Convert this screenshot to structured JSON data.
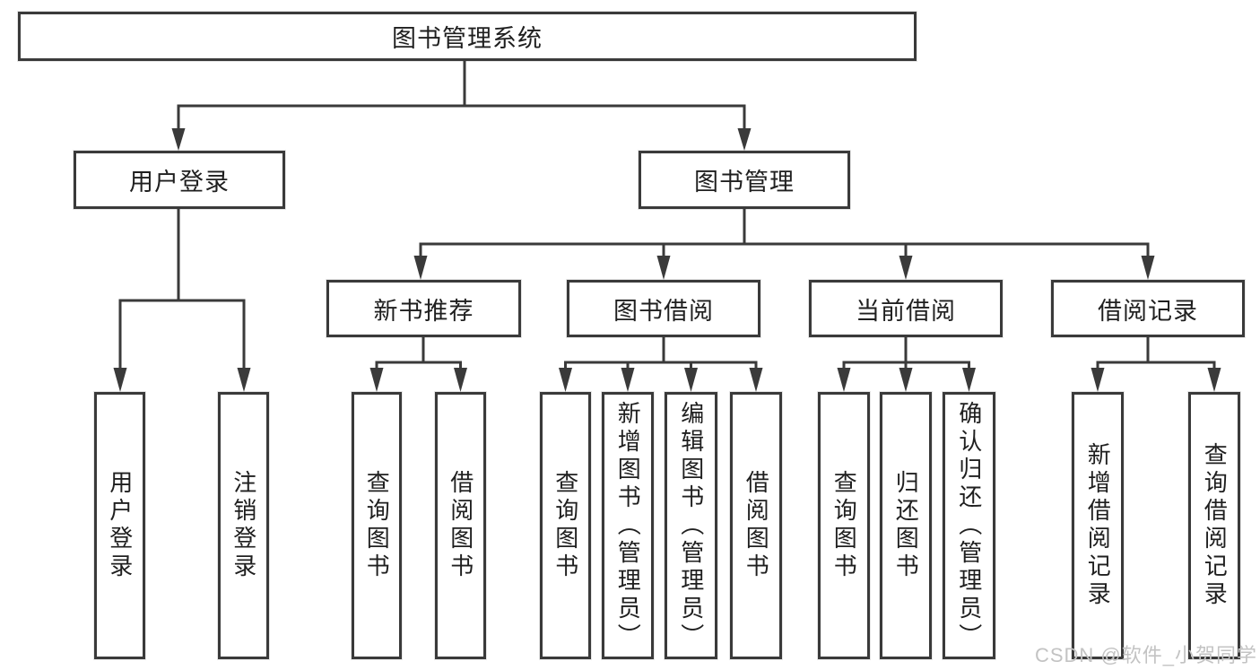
{
  "tree": {
    "root": {
      "label": "图书管理系统"
    },
    "level2": [
      {
        "label": "用户登录",
        "children": [
          {
            "label": "用户登录"
          },
          {
            "label": "注销登录"
          }
        ]
      },
      {
        "label": "图书管理",
        "children": [
          {
            "label": "新书推荐",
            "children": [
              {
                "label": "查询图书"
              },
              {
                "label": "借阅图书"
              }
            ]
          },
          {
            "label": "图书借阅",
            "children": [
              {
                "label": "查询图书"
              },
              {
                "label": "新增图书（管理员）"
              },
              {
                "label": "编辑图书（管理员）"
              },
              {
                "label": "借阅图书"
              }
            ]
          },
          {
            "label": "当前借阅",
            "children": [
              {
                "label": "查询图书"
              },
              {
                "label": "归还图书"
              },
              {
                "label": "确认归还（管理员）"
              }
            ]
          },
          {
            "label": "借阅记录",
            "children": [
              {
                "label": "新增借阅记录"
              },
              {
                "label": "查询借阅记录"
              }
            ]
          }
        ]
      }
    ]
  },
  "watermark": {
    "text": "CSDN @软件_小贺同学"
  },
  "colors": {
    "line": "#3a3a3a",
    "text": "#1f1f1f",
    "watermark": "#c3c3c3",
    "background": "#ffffff"
  }
}
